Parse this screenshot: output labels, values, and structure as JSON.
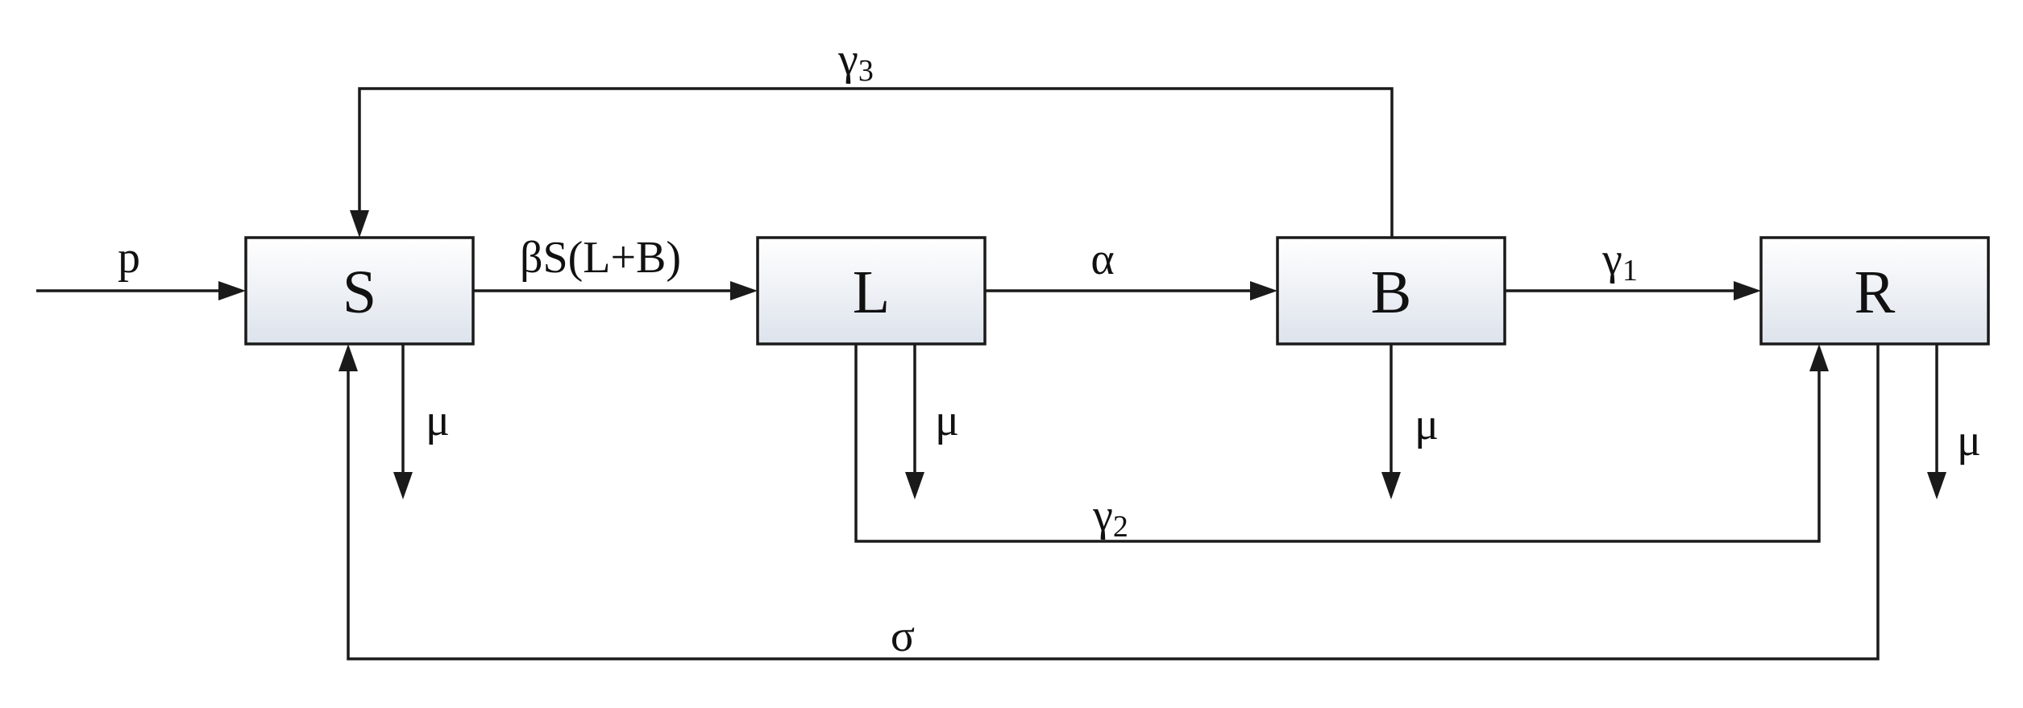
{
  "nodes": {
    "S": "S",
    "L": "L",
    "B": "B",
    "R": "R"
  },
  "labels": {
    "inflow": "p",
    "infection": "βS(L+B)",
    "progression": "α",
    "recovery_b_base": "γ",
    "recovery_b_sub": "1",
    "recovery_l_base": "γ",
    "recovery_l_sub": "2",
    "relapse_base": "γ",
    "relapse_sub": "3",
    "loss_immunity": "σ",
    "death_s": "μ",
    "death_l": "μ",
    "death_b": "μ",
    "death_r": "μ"
  },
  "colors": {
    "box_fill_top": "#ffffff",
    "box_fill_bottom": "#dde3ec",
    "stroke": "#1a1a1a"
  }
}
